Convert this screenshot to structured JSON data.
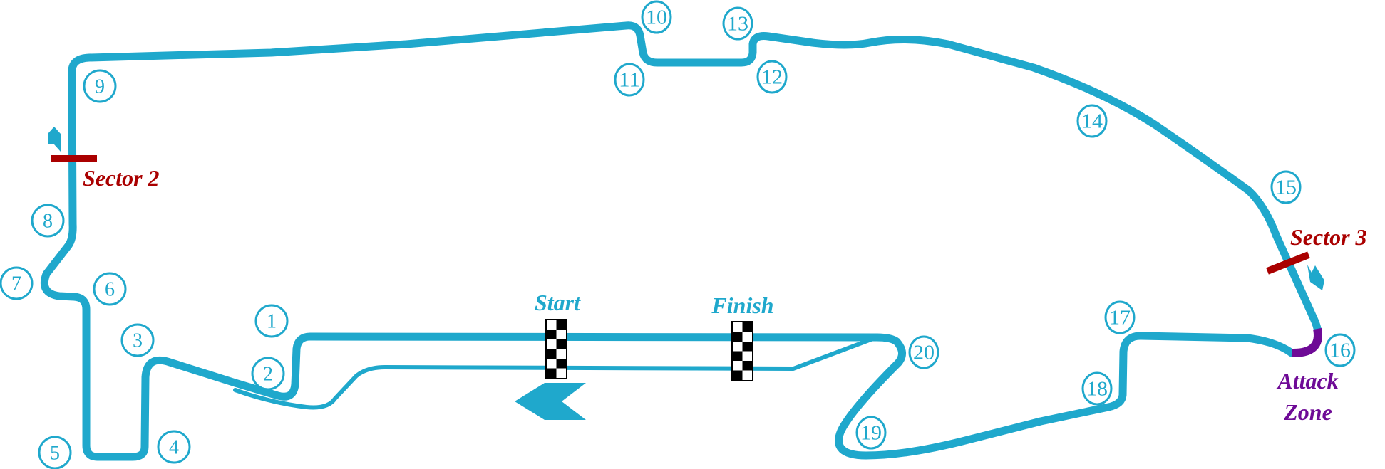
{
  "map": {
    "title": "Race circuit layout",
    "colors": {
      "track": "#1fa8cc",
      "sector": "#aa0000",
      "attack_zone": "#6e0a96"
    },
    "labels": {
      "start": "Start",
      "finish": "Finish",
      "sector2": "Sector 2",
      "sector3": "Sector 3",
      "attack_line1": "Attack",
      "attack_line2": "Zone"
    },
    "turns": [
      "1",
      "2",
      "3",
      "4",
      "5",
      "6",
      "7",
      "8",
      "9",
      "10",
      "11",
      "12",
      "13",
      "14",
      "15",
      "16",
      "17",
      "18",
      "19",
      "20"
    ],
    "icons": {
      "direction_arrow": "chevron-left-icon",
      "sector2_arrow": "arrow-up-icon",
      "sector3_arrow": "arrow-down-icon",
      "flags": "checkered-flag-icon"
    }
  }
}
